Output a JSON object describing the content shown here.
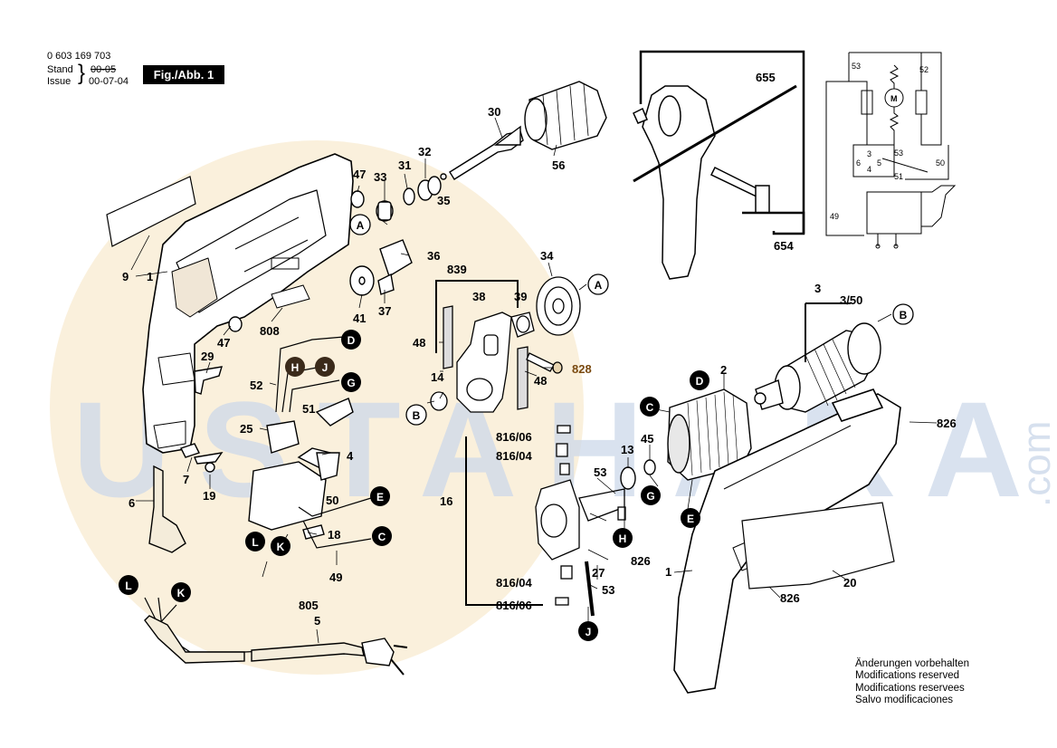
{
  "header": {
    "part_number": "0 603 169 703",
    "stand_label": "Stand",
    "issue_label": "Issue",
    "stand_date_struck": "00-05",
    "issue_date": "00-07-04",
    "figure_label": "Fig./Abb. 1"
  },
  "notice": {
    "lines": [
      "Änderungen vorbehalten",
      "Modifications reserved",
      "Modifications reservees",
      "Salvo modificaciones"
    ]
  },
  "watermark": {
    "text": "USTAHARA",
    "suffix": ".com",
    "color": "#c7d3e6",
    "accent": "#f3d9a6"
  },
  "connectors": [
    {
      "id": "A",
      "label": "A"
    },
    {
      "id": "A2",
      "label": "A"
    },
    {
      "id": "B",
      "label": "B"
    },
    {
      "id": "B2",
      "label": "B"
    },
    {
      "id": "C",
      "label": "C"
    },
    {
      "id": "C2",
      "label": "C"
    },
    {
      "id": "D",
      "label": "D"
    },
    {
      "id": "D2",
      "label": "D"
    },
    {
      "id": "E",
      "label": "E"
    },
    {
      "id": "E2",
      "label": "E"
    },
    {
      "id": "G",
      "label": "G"
    },
    {
      "id": "G2",
      "label": "G"
    },
    {
      "id": "H",
      "label": "H"
    },
    {
      "id": "H2",
      "label": "H"
    },
    {
      "id": "J",
      "label": "J"
    },
    {
      "id": "J2",
      "label": "J"
    },
    {
      "id": "K",
      "label": "K"
    },
    {
      "id": "K2",
      "label": "K"
    },
    {
      "id": "L",
      "label": "L"
    },
    {
      "id": "L2",
      "label": "L"
    }
  ],
  "part_labels": {
    "p1a": "1",
    "p1b": "1",
    "p2": "2",
    "p3": "3",
    "p3_50": "3/50",
    "p4": "4",
    "p5": "5",
    "p6": "6",
    "p7": "7",
    "p9": "9",
    "p13": "13",
    "p14": "14",
    "p16": "16",
    "p18": "18",
    "p19": "19",
    "p20": "20",
    "p25": "25",
    "p27": "27",
    "p29": "29",
    "p30": "30",
    "p31": "31",
    "p32": "32",
    "p33": "33",
    "p34": "34",
    "p35": "35",
    "p36": "36",
    "p37": "37",
    "p38": "38",
    "p39": "39",
    "p41": "41",
    "p45": "45",
    "p47a": "47",
    "p47b": "47",
    "p48a": "48",
    "p48b": "48",
    "p49": "49",
    "p50": "50",
    "p51": "51",
    "p52": "52",
    "p53a": "53",
    "p53b": "53",
    "p56": "56",
    "p654": "654",
    "p655": "655",
    "p805": "805",
    "p808": "808",
    "p816_06a": "816/06",
    "p816_04a": "816/04",
    "p816_04b": "816/04",
    "p816_06b": "816/06",
    "p826a": "826",
    "p826b": "826",
    "p826c": "826",
    "p828": "828",
    "p839": "839"
  },
  "schematic_labels": {
    "s53a": "53",
    "s52": "52",
    "sM": "M",
    "s3": "3",
    "s6": "6",
    "s4": "4",
    "s5": "5",
    "s53b": "53",
    "s51": "51",
    "s50": "50",
    "s49": "49"
  }
}
